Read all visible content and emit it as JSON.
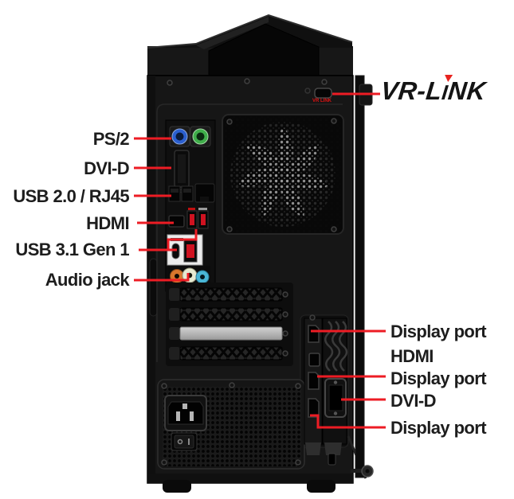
{
  "colors": {
    "background": "#ffffff",
    "callout_red": "#ed1c24",
    "label_text": "#1d1d1d",
    "case_black": "#161616",
    "silver_slot": "#c4c4c4",
    "ps2_blue": "#2b5fd0",
    "ps2_green": "#3fae4a",
    "usb_red": "#cf1220",
    "audio_orange": "#d9762c",
    "audio_lime": "#e6ead2",
    "audio_blue": "#49b6d6"
  },
  "logo": {
    "part1": "VR-L",
    "part2": "I",
    "part3": "NK"
  },
  "vr_port": {
    "sublabel": "VR LINK"
  },
  "callouts_left": [
    {
      "label": "PS/2"
    },
    {
      "label": "DVI-D"
    },
    {
      "label": "USB 2.0 / RJ45"
    },
    {
      "label": "HDMI"
    },
    {
      "label": "USB 3.1 Gen 1"
    },
    {
      "label": "Audio jack"
    }
  ],
  "callouts_right": [
    {
      "label": "Display port"
    },
    {
      "label": "HDMI"
    },
    {
      "label": "Display port"
    },
    {
      "label": "DVI-D"
    },
    {
      "label": "Display port"
    }
  ]
}
